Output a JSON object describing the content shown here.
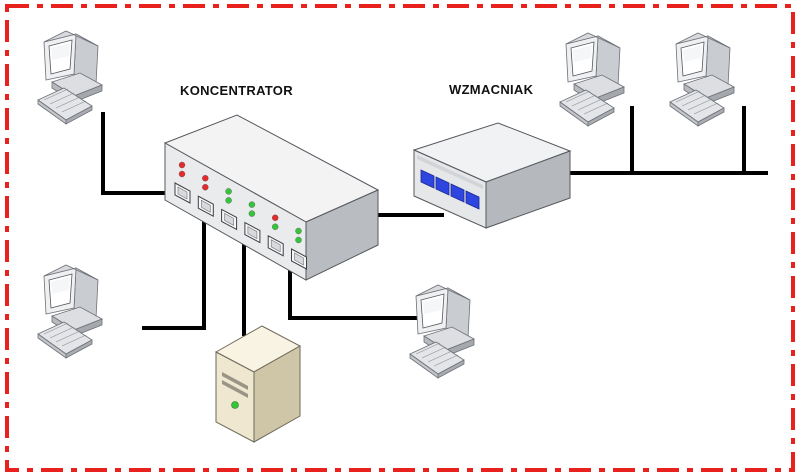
{
  "labels": {
    "hub": "KONCENTRATOR",
    "repeater": "WZMACNIAK"
  },
  "colors": {
    "border": "#e8211d",
    "cable": "#000000",
    "led_red": "#e42a2a",
    "led_green": "#35c53a",
    "repeater_window": "#2e45e0",
    "server_body": "#efe7cf"
  },
  "hub_ports": [
    {
      "led_top": "red",
      "led_bottom": "red"
    },
    {
      "led_top": "red",
      "led_bottom": "red"
    },
    {
      "led_top": "green",
      "led_bottom": "green"
    },
    {
      "led_top": "green",
      "led_bottom": "green"
    },
    {
      "led_top": "red",
      "led_bottom": "green"
    },
    {
      "led_top": "green",
      "led_bottom": "green"
    }
  ],
  "icons": {
    "computer": "desktop-computer-icon",
    "server": "tower-server-icon",
    "hub": "network-hub-icon",
    "repeater": "network-repeater-icon"
  }
}
